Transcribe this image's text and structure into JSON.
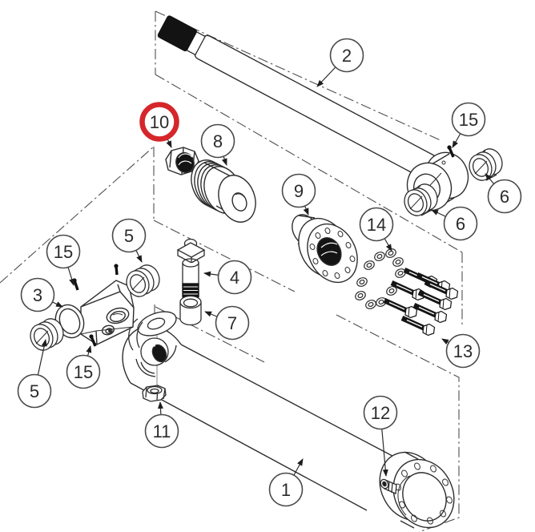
{
  "diagram": {
    "kind": "exploded-parts-diagram",
    "background_color": "#ffffff",
    "line_color": "#2d2d2d",
    "callout_ring_color": "#4a4a4a",
    "highlight_ring_color": "#d5262b",
    "callouts": [
      {
        "label": "1"
      },
      {
        "label": "2"
      },
      {
        "label": "3"
      },
      {
        "label": "4"
      },
      {
        "label": "5"
      },
      {
        "label": "5"
      },
      {
        "label": "6"
      },
      {
        "label": "6"
      },
      {
        "label": "7"
      },
      {
        "label": "8"
      },
      {
        "label": "9"
      },
      {
        "label": "10",
        "highlighted": true
      },
      {
        "label": "11"
      },
      {
        "label": "12"
      },
      {
        "label": "13"
      },
      {
        "label": "14"
      },
      {
        "label": "15"
      },
      {
        "label": "15"
      },
      {
        "label": "15"
      }
    ]
  }
}
